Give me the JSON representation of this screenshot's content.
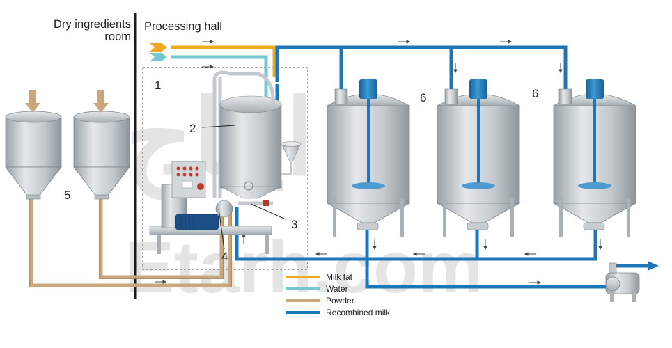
{
  "rooms": {
    "dry_ingredients": [
      "Dry ingredients",
      "room"
    ],
    "processing_hall": "Processing hall"
  },
  "numbers": {
    "n1": "1",
    "n2": "2",
    "n3": "3",
    "n4": "4",
    "n5": "5",
    "n6a": "6",
    "n6b": "6"
  },
  "legend": [
    {
      "label": "Milk fat",
      "color": "#f0a81e"
    },
    {
      "label": "Water",
      "color": "#74c6cf"
    },
    {
      "label": "Powder",
      "color": "#c9a77a"
    },
    {
      "label": "Recombined milk",
      "color": "#1d76b8"
    }
  ],
  "watermark": {
    "top": "ايتاج",
    "bottom": "Etarh.com"
  },
  "colors": {
    "milk_fat": "#f0a81e",
    "water": "#74c6cf",
    "powder": "#c9a77a",
    "recombined_milk": "#1d76b8",
    "steel": "#c3c9cd",
    "wall": "#1a1a1a"
  }
}
